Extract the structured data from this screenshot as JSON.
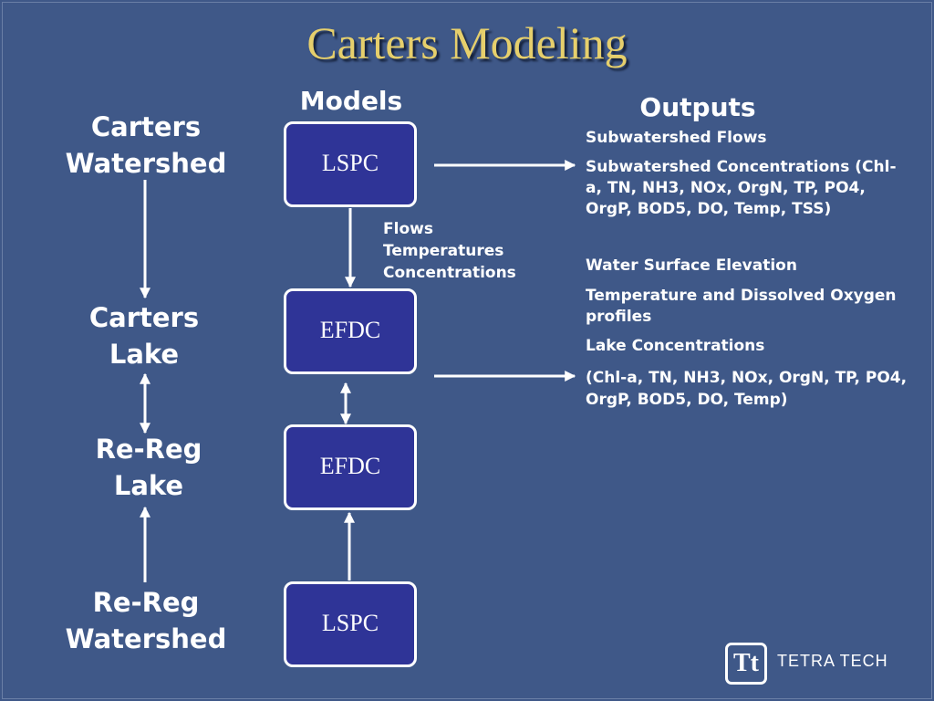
{
  "title": "Carters Modeling",
  "headings": {
    "models": "Models",
    "outputs": "Outputs"
  },
  "left_labels": [
    {
      "line1": "Carters",
      "line2": "Watershed"
    },
    {
      "line1": "Carters",
      "line2": "Lake"
    },
    {
      "line1": "Re-Reg",
      "line2": "Lake"
    },
    {
      "line1": "Re-Reg",
      "line2": "Watershed"
    }
  ],
  "models": [
    "LSPC",
    "EFDC",
    "EFDC",
    "LSPC"
  ],
  "flow_labels": [
    "Flows",
    "Temperatures",
    "Concentrations"
  ],
  "outputs": {
    "lspc": [
      "Subwatershed Flows",
      "Subwatershed Concentrations (Chl-a, TN, NH3, NOx, OrgN, TP, PO4, OrgP, BOD5, DO, Temp, TSS)"
    ],
    "efdc": [
      "Water Surface Elevation",
      "Temperature and Dissolved Oxygen profiles",
      "Lake Concentrations",
      "(Chl-a, TN, NH3, NOx, OrgN, TP, PO4, OrgP, BOD5, DO, Temp)"
    ]
  },
  "logo": {
    "mark": "Tt",
    "text": "TETRA TECH"
  },
  "colors": {
    "background": "#3f5888",
    "title": "#e6cf6c",
    "box_fill": "#2f3497",
    "text": "#ffffff"
  }
}
